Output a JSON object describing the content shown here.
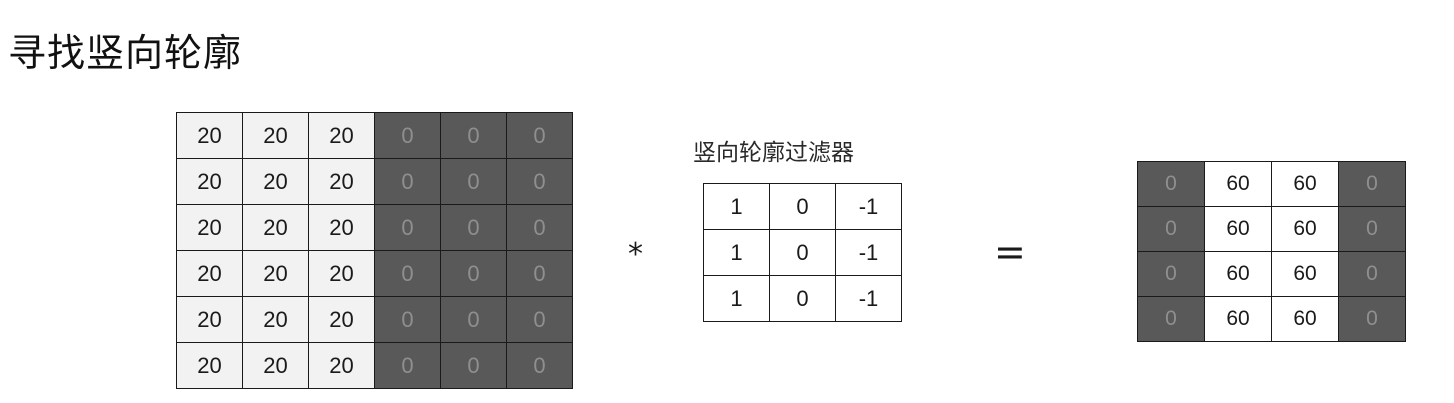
{
  "title": "寻找竖向轮廓",
  "input_matrix": {
    "rows": [
      [
        "20",
        "20",
        "20",
        "0",
        "0",
        "0"
      ],
      [
        "20",
        "20",
        "20",
        "0",
        "0",
        "0"
      ],
      [
        "20",
        "20",
        "20",
        "0",
        "0",
        "0"
      ],
      [
        "20",
        "20",
        "20",
        "0",
        "0",
        "0"
      ],
      [
        "20",
        "20",
        "20",
        "0",
        "0",
        "0"
      ],
      [
        "20",
        "20",
        "20",
        "0",
        "0",
        "0"
      ]
    ],
    "light_color": "#f2f2f2",
    "dark_color": "#595959"
  },
  "convolution_symbol": "*",
  "filter": {
    "label": "竖向轮廓过滤器",
    "rows": [
      [
        "1",
        "0",
        "-1"
      ],
      [
        "1",
        "0",
        "-1"
      ],
      [
        "1",
        "0",
        "-1"
      ]
    ]
  },
  "equals_symbol": "=",
  "output_matrix": {
    "rows": [
      [
        "0",
        "60",
        "60",
        "0"
      ],
      [
        "0",
        "60",
        "60",
        "0"
      ],
      [
        "0",
        "60",
        "60",
        "0"
      ],
      [
        "0",
        "60",
        "60",
        "0"
      ]
    ],
    "white_color": "#ffffff",
    "dark_color": "#595959"
  }
}
